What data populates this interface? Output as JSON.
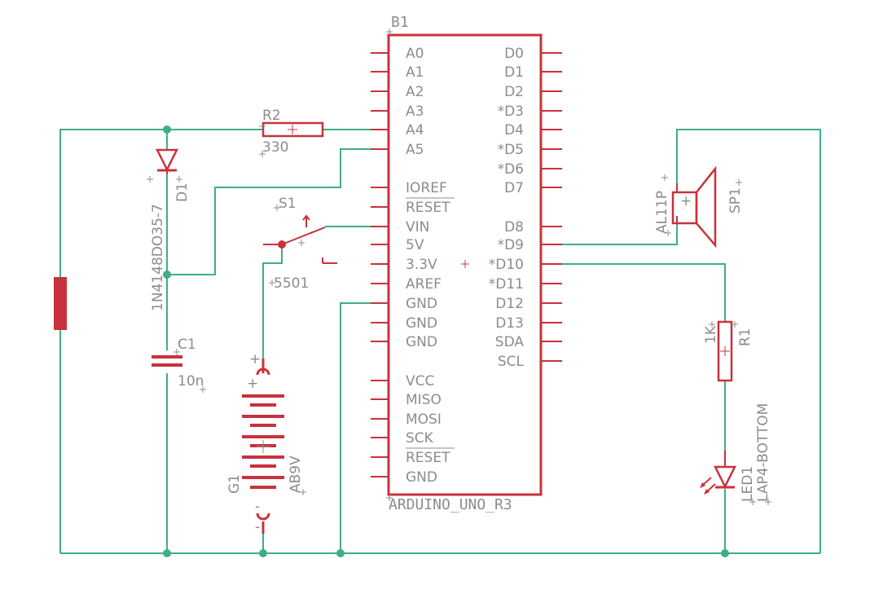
{
  "colors": {
    "wire": "#3fae86",
    "part": "#c8323c",
    "text": "#8c8c8c"
  },
  "board": {
    "name": "B1",
    "value": "ARDUINO_UNO_R3",
    "left_pins": [
      "A0",
      "A1",
      "A2",
      "A3",
      "A4",
      "A5",
      "IOREF",
      "RESET",
      "VIN",
      "5V",
      "3.3V",
      "AREF",
      "GND",
      "GND",
      "GND",
      "VCC",
      "MISO",
      "MOSI",
      "SCK",
      "RESET",
      "GND"
    ],
    "right_pins": [
      "D0",
      "D1",
      "D2",
      "*D3",
      "D4",
      "*D5",
      "*D6",
      "D7",
      "D8",
      "*D9",
      "*D10",
      "*D11",
      "D12",
      "D13",
      "SDA",
      "SCL"
    ]
  },
  "parts": {
    "r2": {
      "name": "R2",
      "value": "330"
    },
    "d1": {
      "name": "D1",
      "value": "1N4148DO35-7"
    },
    "c1": {
      "name": "C1",
      "value": "10n"
    },
    "s1": {
      "name": "S1",
      "value": "5501"
    },
    "g1": {
      "name": "G1",
      "value": "AB9V"
    },
    "sp1": {
      "name": "SP1",
      "value": "AL11P"
    },
    "r1": {
      "name": "R1",
      "value": "1K"
    },
    "led1": {
      "name": "LED1",
      "value": "LAP4-BOTTOM"
    }
  }
}
